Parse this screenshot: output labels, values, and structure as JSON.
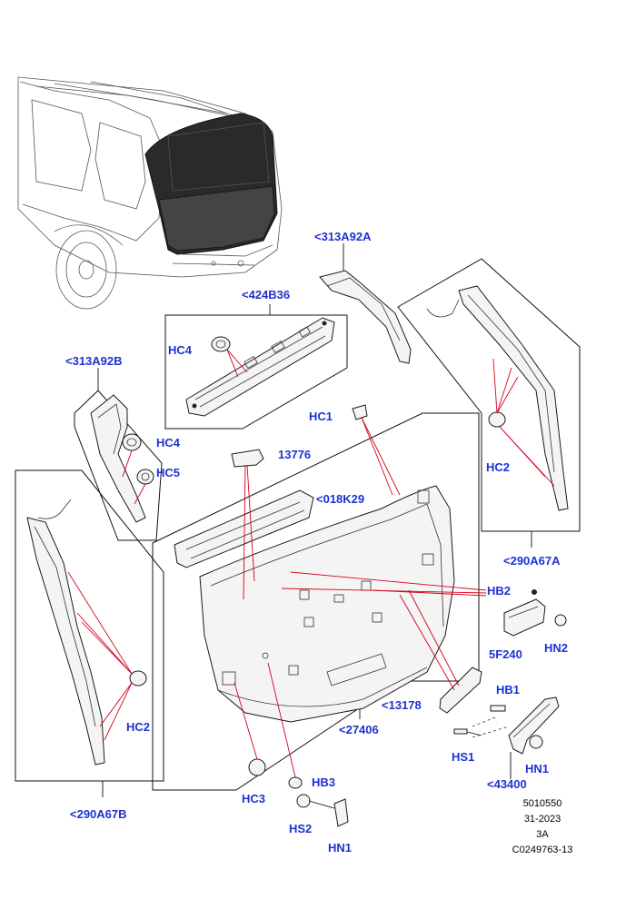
{
  "callouts": {
    "c_313A92A": "<313A92A",
    "c_424B36": "<424B36",
    "c_313A92B": "<313A92B",
    "c_HC4_a": "HC4",
    "c_HC4_b": "HC4",
    "c_HC5": "HC5",
    "c_HC1": "HC1",
    "c_13776": "13776",
    "c_018K29": "<018K29",
    "c_HC2_right": "HC2",
    "c_290A67A": "<290A67A",
    "c_HB2": "HB2",
    "c_5F240": "5F240",
    "c_HN2": "HN2",
    "c_HC2_left": "HC2",
    "c_13178": "<13178",
    "c_27406": "<27406",
    "c_HB1": "HB1",
    "c_HS1": "HS1",
    "c_43400": "<43400",
    "c_HN1_right": "HN1",
    "c_HC3": "HC3",
    "c_HB3": "HB3",
    "c_HS2": "HS2",
    "c_HN1_bottom": "HN1",
    "c_290A67B": "<290A67B"
  },
  "reference": {
    "line1": "5010550",
    "line2": "31-2023",
    "line3": "3A",
    "line4": "C0249763-13"
  },
  "colors": {
    "callout_text": "#1e32d2",
    "leader_line": "#d8001c",
    "outline": "#1a1a1a"
  }
}
